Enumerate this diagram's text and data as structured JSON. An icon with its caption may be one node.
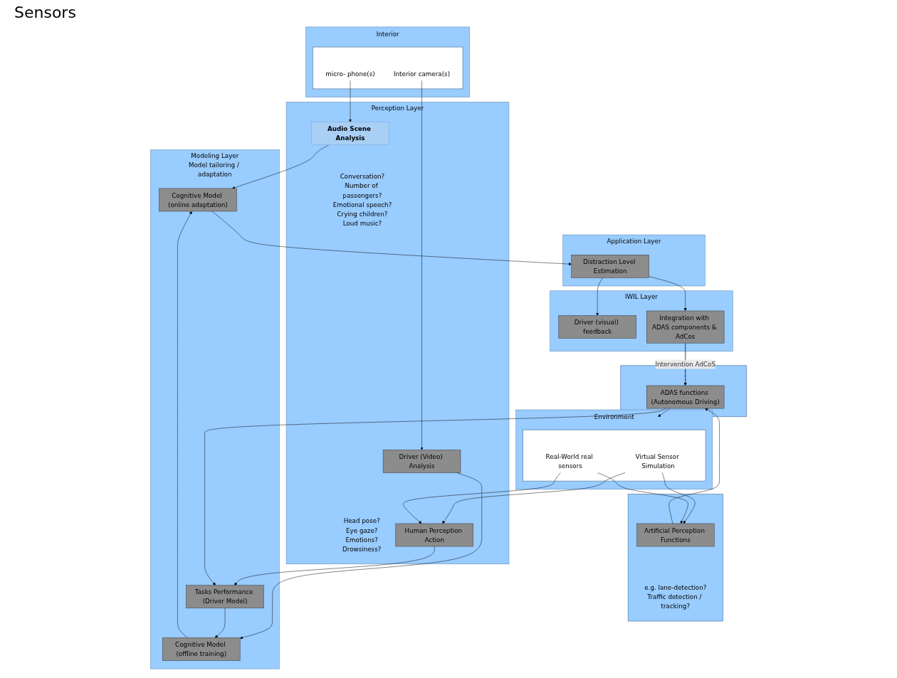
{
  "diagram": {
    "nodes": [
      {
        "text": [
          "Interior"
        ]
      },
      {
        "text": [],
        "shape": "box",
        "in": 0
      },
      {
        "text": [
          "micro- phone(s)"
        ],
        "in": 1
      },
      {
        "text": [
          "Interior camera(s)"
        ],
        "in": 1
      },
      {
        "text": [
          "Environment"
        ]
      },
      {
        "text": [],
        "shape": "box",
        "in": 4
      },
      {
        "text": [
          "Virtual Sensor Simulation"
        ],
        "in": 5
      },
      {
        "text": [
          "Real-World real sensors"
        ],
        "in": 5
      },
      {
        "text": [
          "Perception Layer"
        ]
      },
      {
        "text": [
          "Audio Scene Analysis"
        ],
        "in": 8,
        "beside": [
          "Conversation?",
          "Number of passengers?",
          "Emotional speech?",
          "Crying children?",
          "Loud music?"
        ]
      },
      {
        "text": [
          "Driver (Video) Analysis"
        ],
        "in": 8,
        "beside": [
          "Head pose?",
          "Eye gaze?",
          "Emotions?",
          "Drowsiness?"
        ]
      },
      {
        "text": [
          "Human Perception Action"
        ],
        "in": 8
      },
      {
        "text": [],
        "shape": "box"
      },
      {
        "text": [
          "Artificial Perception Functions"
        ],
        "in": 12,
        "beside": [
          "e.g. lane-detection?",
          "Traffic detection / tracking?"
        ]
      },
      {
        "text": [
          "Modeling Layer",
          "Model tailoring / adaptation"
        ]
      },
      {
        "text": [
          "Cognitive Model (online adaptation)"
        ],
        "in": 14
      },
      {
        "text": [
          "Cognitive Model (offline training)"
        ],
        "in": 14
      },
      {
        "text": [
          "Tasks Performance (Driver Model)"
        ],
        "in": 14
      },
      {
        "text": [],
        "shape": "box"
      },
      {
        "text": [
          "ADAS functions (Autonomous Driving)"
        ],
        "in": 18
      },
      {
        "text": [
          "Application Layer"
        ]
      },
      {
        "text": [
          "Distraction Level Estimation"
        ],
        "in": 20
      },
      {
        "text": [
          "IWIL Layer"
        ]
      },
      {
        "text": [
          "Driver (visual) feedback"
        ],
        "in": 22
      },
      {
        "text": [
          "Integration with ADAS components & AdCos"
        ],
        "in": 22
      }
    ],
    "edges": [
      {
        "from": 2,
        "to": 9,
        "arrow": "to"
      },
      {
        "from": 3,
        "to": 10,
        "arrow": "to"
      },
      {
        "from": 6,
        "to": 11,
        "arrow": "to"
      },
      {
        "from": 7,
        "to": 11,
        "arrow": "to"
      },
      {
        "from": 6,
        "to": 13,
        "arrow": "to"
      },
      {
        "from": 7,
        "to": 13,
        "arrow": "to"
      },
      {
        "from": 9,
        "to": 15,
        "arrow": "to"
      },
      {
        "from": 10,
        "to": 16,
        "arrow": "to"
      },
      {
        "from": 16,
        "to": 15,
        "arrow": "to"
      },
      {
        "from": 17,
        "to": 16,
        "arrow": "to"
      },
      {
        "from": 11,
        "to": 17,
        "arrow": "to"
      },
      {
        "from": 13,
        "to": 19,
        "arrow": "to"
      },
      {
        "from": 19,
        "to": 17,
        "arrow": "to"
      },
      {
        "from": 15,
        "to": 21,
        "arrow": "to"
      },
      {
        "from": 21,
        "to": 23,
        "arrow": "to"
      },
      {
        "from": 21,
        "to": 24,
        "arrow": "to"
      },
      {
        "from": 24,
        "to": 19,
        "arrow": "to",
        "style": "dashed",
        "label": "Intervention AdCoS"
      },
      {
        "from": 19,
        "to": 4,
        "arrow": "to"
      }
    ],
    "labels": [
      "Sensors"
    ]
  }
}
